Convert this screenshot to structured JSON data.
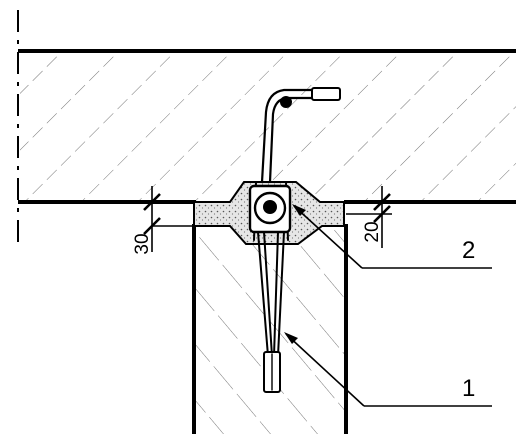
{
  "drawing": {
    "dimensions": {
      "left_gap": "30",
      "right_gap": "20"
    },
    "callouts": {
      "item_1": "1",
      "item_2": "2"
    },
    "colors": {
      "line": "#000000",
      "background": "#ffffff"
    }
  }
}
